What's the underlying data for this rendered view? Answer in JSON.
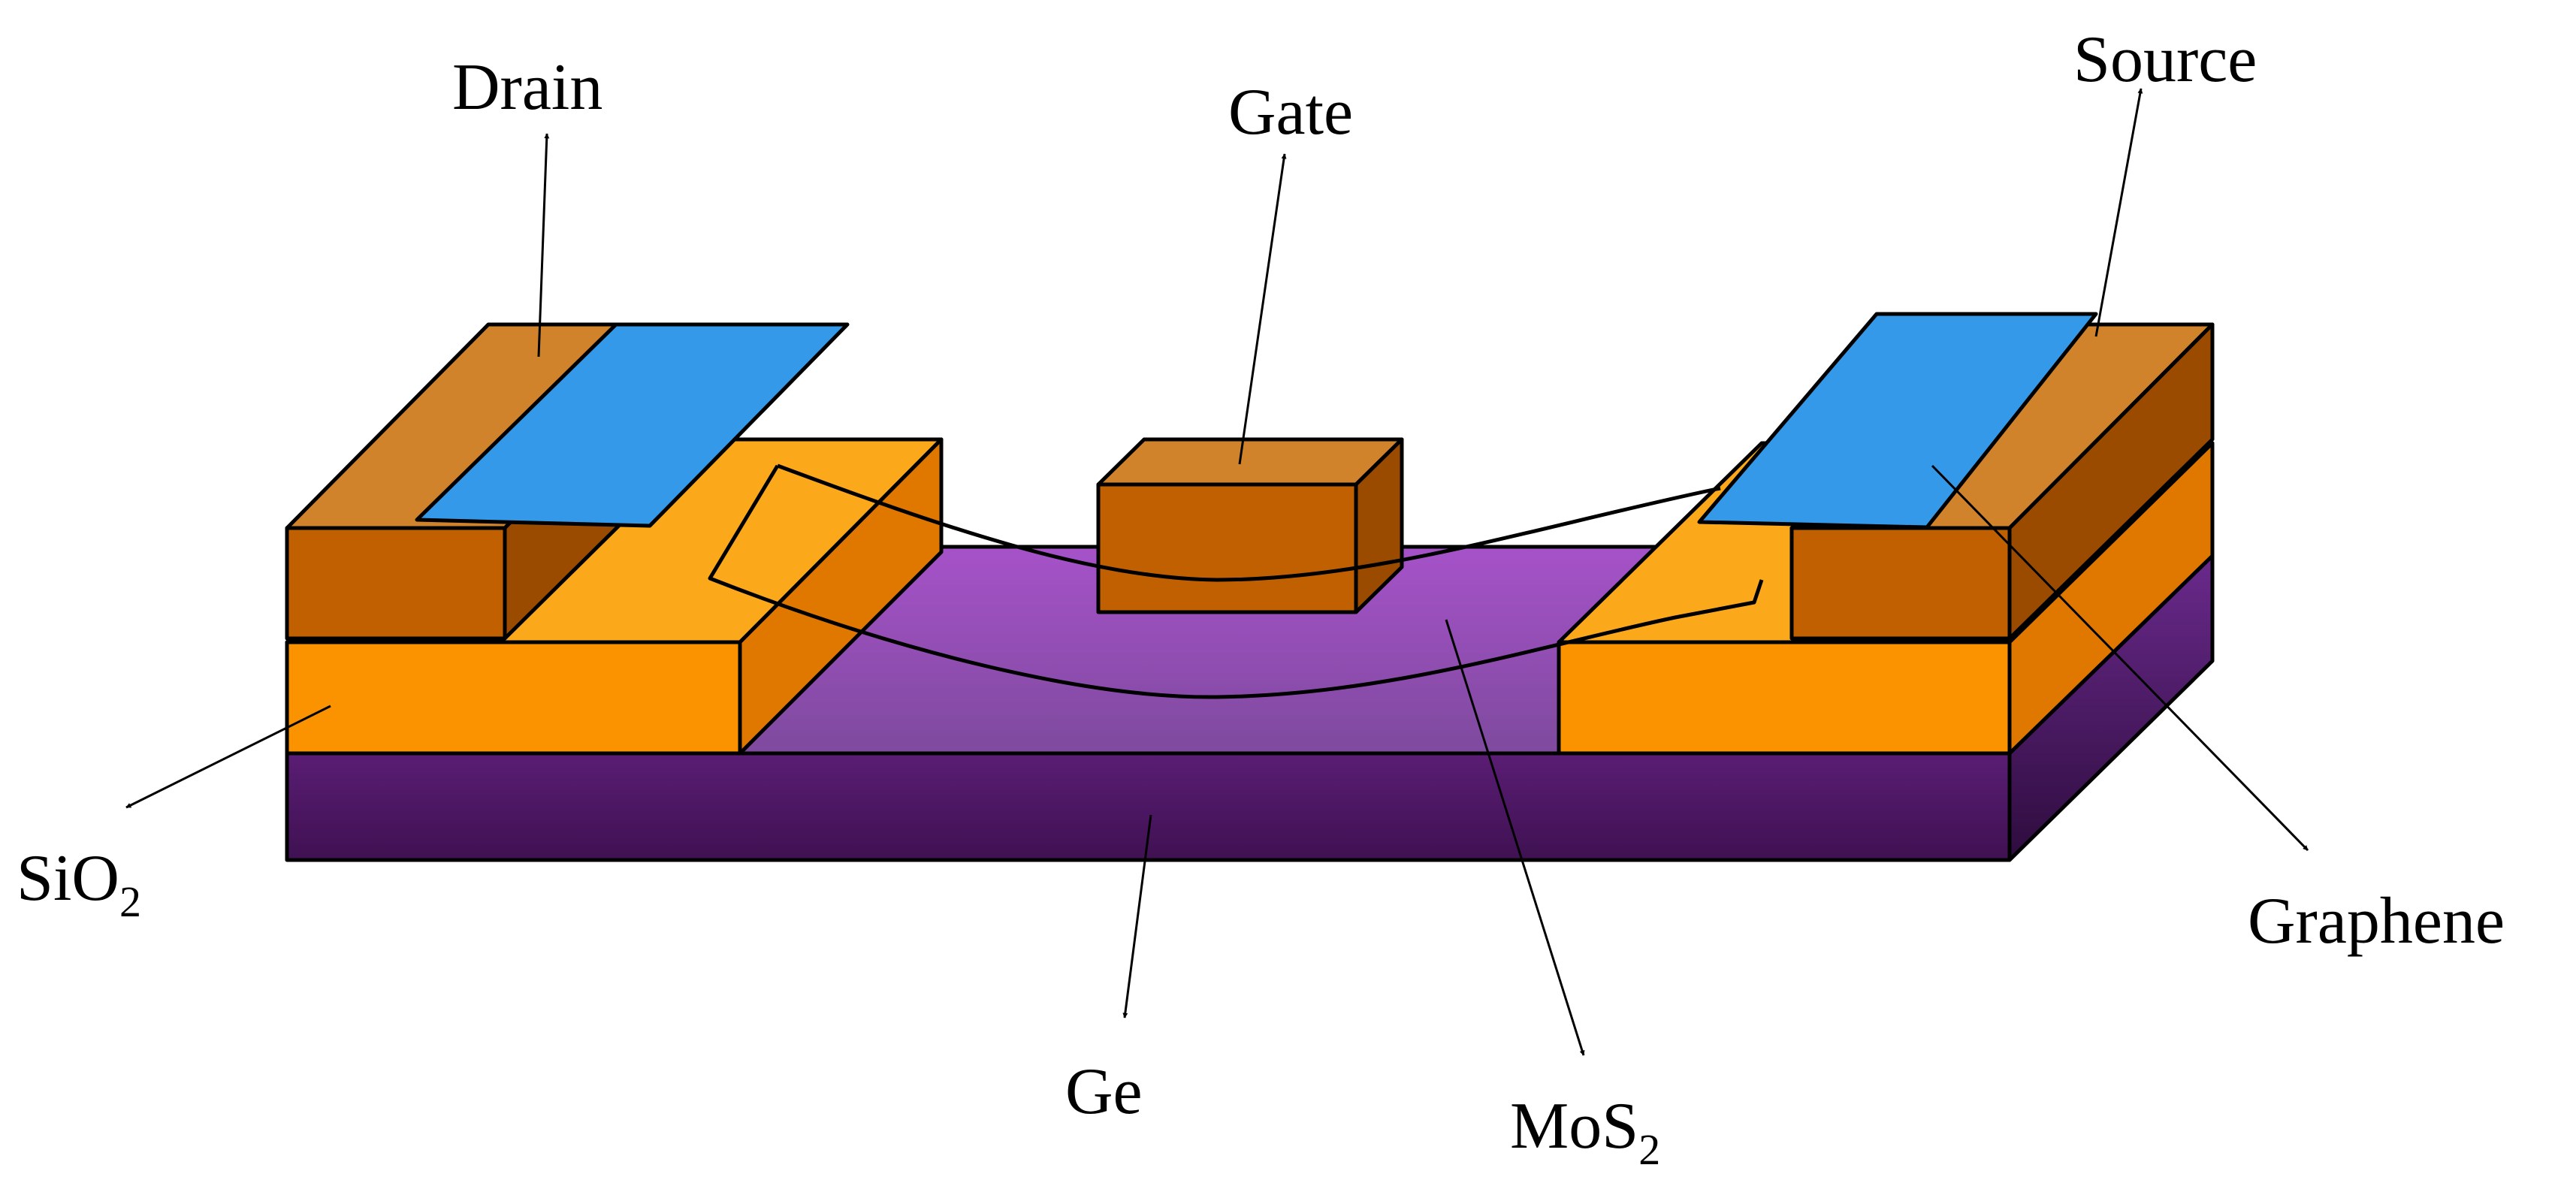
{
  "labels": {
    "drain": "Drain",
    "gate": "Gate",
    "source": "Source",
    "sio2_main": "SiO",
    "sio2_sub": "2",
    "graphene": "Graphene",
    "ge": "Ge",
    "mos2_main": "MoS",
    "mos2_sub": "2"
  },
  "colors": {
    "ge_substrate": "#4a1660",
    "mos2": "#9b4fc0",
    "sio2_front": "#fb9300",
    "sio2_top": "#fca81b",
    "sio2_side": "#e07800",
    "contact_front": "#c06000",
    "contact_top": "#d0832a",
    "contact_side": "#9a4b00",
    "graphene": "#3499e8"
  }
}
